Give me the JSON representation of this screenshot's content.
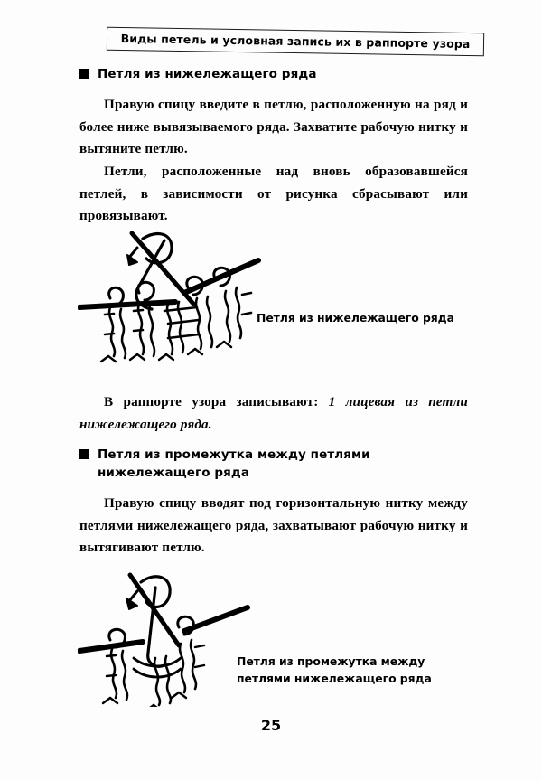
{
  "header": {
    "running_title": "Виды петель и условная запись их в раппорте узора"
  },
  "sections": [
    {
      "bullet_icon": "black-square-bullet",
      "heading_line1": "Петля из нижележащего ряда",
      "heading_line2": "",
      "paragraphs": [
        "Правую спицу введите в петлю, расположенную на ряд и более ниже вывязываемого ряда. Захватите рабочую нитку и вытяните петлю.",
        "Петли, расположенные над вновь образовавшейся петлей, в зависимости от рисунка сбрасывают или провязывают."
      ],
      "figure_caption_line1": "Петля из нижележащего ряда",
      "figure_caption_line2": "",
      "figure_name": "knitting-diagram-loop-from-row-below",
      "note_prefix": "В раппорте узора записывают: ",
      "note_italic": "1 лицевая из петли нижележащего ряда."
    },
    {
      "bullet_icon": "black-square-bullet",
      "heading_line1": "Петля из промежутка между петлями",
      "heading_line2": "нижележащего ряда",
      "paragraphs": [
        "Правую спицу вводят под горизонтальную нитку между петлями нижележащего ряда, захватывают рабочую нитку и вытягивают петлю."
      ],
      "figure_caption_line1": "Петля из промежутка между",
      "figure_caption_line2": "петлями нижележащего ряда",
      "figure_name": "knitting-diagram-loop-from-gap"
    }
  ],
  "footer": {
    "page_number": "25"
  },
  "colors": {
    "ink": "#000000",
    "paper": "#fdfdfd"
  }
}
